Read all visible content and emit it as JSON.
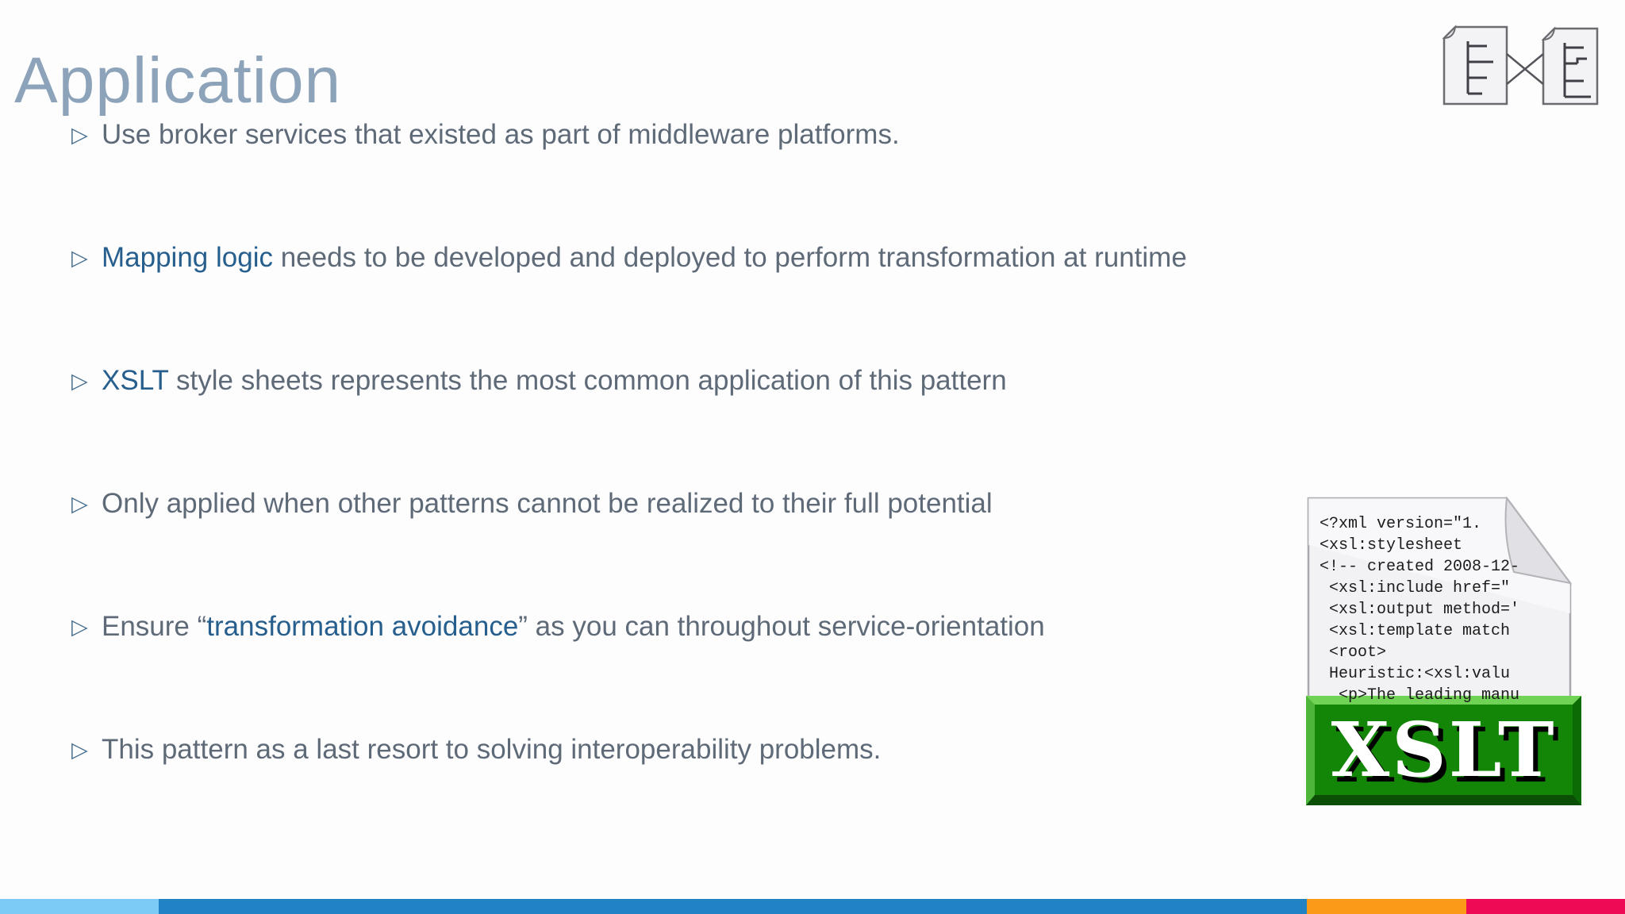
{
  "slide": {
    "title": "Application",
    "bullet_glyph": "▷",
    "bullets": [
      {
        "segments": [
          {
            "text": "Use broker services that existed as part of middleware platforms.",
            "accent": false
          }
        ]
      },
      {
        "segments": [
          {
            "text": "Mapping logic",
            "accent": true
          },
          {
            "text": " needs to be developed and deployed to perform transformation at runtime",
            "accent": false
          }
        ]
      },
      {
        "segments": [
          {
            "text": "XSLT",
            "accent": true
          },
          {
            "text": " style sheets represents the most common application of this pattern",
            "accent": false
          }
        ]
      },
      {
        "segments": [
          {
            "text": "Only applied when other patterns cannot be realized to their full potential",
            "accent": false
          }
        ]
      },
      {
        "segments": [
          {
            "text": "Ensure “",
            "accent": false
          },
          {
            "text": "transformation avoidance",
            "accent": true
          },
          {
            "text": "” as you can throughout service-orientation",
            "accent": false
          }
        ]
      },
      {
        "segments": [
          {
            "text": "This pattern as a last resort to solving interoperability problems.",
            "accent": false
          }
        ]
      }
    ]
  },
  "icons": {
    "top_right": "document-transformation-mapping-icon",
    "bullet": "white-right-pointing-triangle"
  },
  "xslt_figure": {
    "label": "XSLT",
    "code": "<?xml version=\"1.\n<xsl:stylesheet\n<!-- created 2008-12-\n <xsl:include href=\"\n <xsl:output method='\n <xsl:template match\n <root>\n Heuristic:<xsl:valu\n  <p>The leading manu"
  },
  "colors": {
    "slide_bg": "#fdfdfe",
    "title_text": "#8ca3b9",
    "body_text": "#5e6a77",
    "accent_text": "#265e8d",
    "bullet_glyph": "#49708f",
    "bar_light_blue": "#7ccaf6",
    "bar_blue": "#2183c4",
    "bar_orange": "#fb9a18",
    "bar_pink": "#ee0a55",
    "paper_fill": "#f2f2f5",
    "paper_stroke": "#a8a8ae",
    "fold_fill": "#e0e0e5",
    "code_text": "#1c1c1c",
    "banner_body": "#138607",
    "banner_top": "#70d355",
    "banner_left": "#4cb53a",
    "banner_right": "#0c6b05",
    "banner_bottom": "#0a4f04",
    "doc_fill": "#f3f3f5",
    "doc_stroke": "#6b6b70",
    "doc_lines": "#3f3f45"
  }
}
